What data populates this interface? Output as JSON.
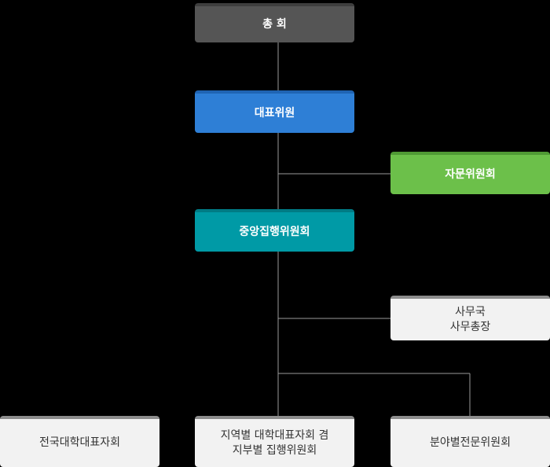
{
  "colors": {
    "general": "#555555",
    "general_top": "#3e3e3e",
    "rep": "#2e7fd6",
    "rep_top": "#1f64b3",
    "advisory": "#6cc04a",
    "advisory_top": "#4f9a34",
    "exec": "#009aa6",
    "exec_top": "#007b85",
    "light": "#f2f2f2",
    "light_top": "#8c8c8c",
    "line": "#9a9a9a"
  },
  "boxes": {
    "general_assembly": {
      "label": "총 회"
    },
    "representatives": {
      "label": "대표위원"
    },
    "advisory_committee": {
      "label": "자문위원회"
    },
    "central_executive": {
      "label": "중앙집행위원회"
    },
    "secretariat": {
      "line1": "사무국",
      "line2": "사무총장"
    },
    "national_univ_reps": {
      "label": "전국대학대표자회"
    },
    "regional": {
      "line1": "지역별 대학대표자회 겸",
      "line2": "지부별 집행위원회"
    },
    "field_committees": {
      "label": "분야별전문위원회"
    }
  }
}
